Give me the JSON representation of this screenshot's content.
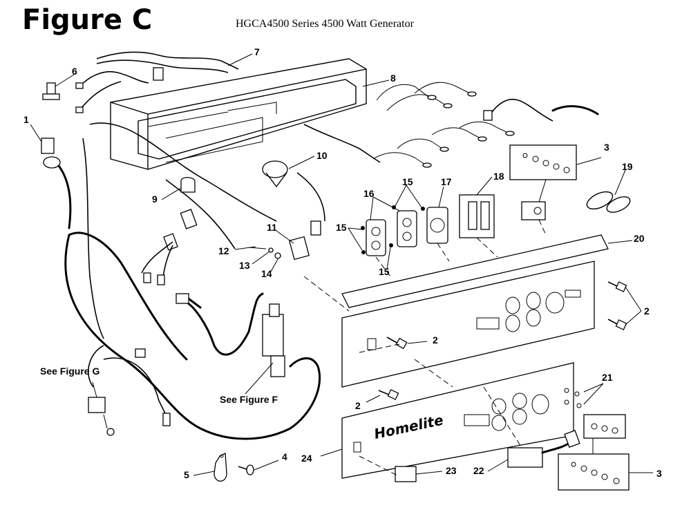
{
  "figure": {
    "title": "Figure C",
    "subtitle": "HGCA4500 Series 4500 Watt Generator"
  },
  "brand": {
    "logo_text": "Homelite"
  },
  "callouts": [
    {
      "id": "c1",
      "label": "1"
    },
    {
      "id": "c2a",
      "label": "2"
    },
    {
      "id": "c2b",
      "label": "2"
    },
    {
      "id": "c2c",
      "label": "2"
    },
    {
      "id": "c3a",
      "label": "3"
    },
    {
      "id": "c3b",
      "label": "3"
    },
    {
      "id": "c4",
      "label": "4"
    },
    {
      "id": "c5",
      "label": "5"
    },
    {
      "id": "c6",
      "label": "6"
    },
    {
      "id": "c7",
      "label": "7"
    },
    {
      "id": "c8",
      "label": "8"
    },
    {
      "id": "c9",
      "label": "9"
    },
    {
      "id": "c10",
      "label": "10"
    },
    {
      "id": "c11",
      "label": "11"
    },
    {
      "id": "c12",
      "label": "12"
    },
    {
      "id": "c13",
      "label": "13"
    },
    {
      "id": "c14",
      "label": "14"
    },
    {
      "id": "c15a",
      "label": "15"
    },
    {
      "id": "c15b",
      "label": "15"
    },
    {
      "id": "c15c",
      "label": "15"
    },
    {
      "id": "c16",
      "label": "16"
    },
    {
      "id": "c17",
      "label": "17"
    },
    {
      "id": "c18",
      "label": "18"
    },
    {
      "id": "c19",
      "label": "19"
    },
    {
      "id": "c20",
      "label": "20"
    },
    {
      "id": "c21",
      "label": "21"
    },
    {
      "id": "c22",
      "label": "22"
    },
    {
      "id": "c23",
      "label": "23"
    },
    {
      "id": "c24",
      "label": "24"
    }
  ],
  "references": {
    "see_g": "See Figure G",
    "see_f": "See Figure F"
  }
}
